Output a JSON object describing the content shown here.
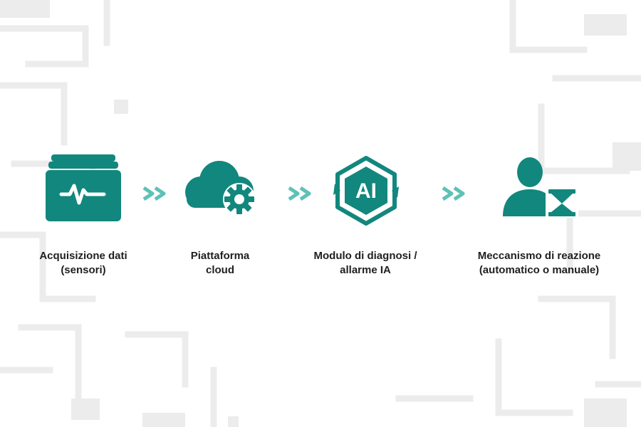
{
  "colors": {
    "primary": "#12877d",
    "primary_dark": "#0d6f66",
    "arrow": "#5fc1b6",
    "label": "#1f1f1f",
    "background_pattern": "#ececec"
  },
  "steps": [
    {
      "icon": "sensor-data-icon",
      "label_line1": "Acquisizione dati",
      "label_line2": "(sensori)"
    },
    {
      "icon": "cloud-gear-icon",
      "label_line1": "Piattaforma",
      "label_line2": "cloud"
    },
    {
      "icon": "ai-chip-icon",
      "icon_text": "AI",
      "label_line1": "Modulo di diagnosi /",
      "label_line2": "allarme IA"
    },
    {
      "icon": "person-hourglass-icon",
      "label_line1": "Meccanismo di reazione",
      "label_line2": "(automatico o manuale)"
    }
  ],
  "connectors": [
    {
      "icon": "double-chevron-right-icon"
    },
    {
      "icon": "double-chevron-right-icon"
    },
    {
      "icon": "double-chevron-right-icon"
    }
  ]
}
